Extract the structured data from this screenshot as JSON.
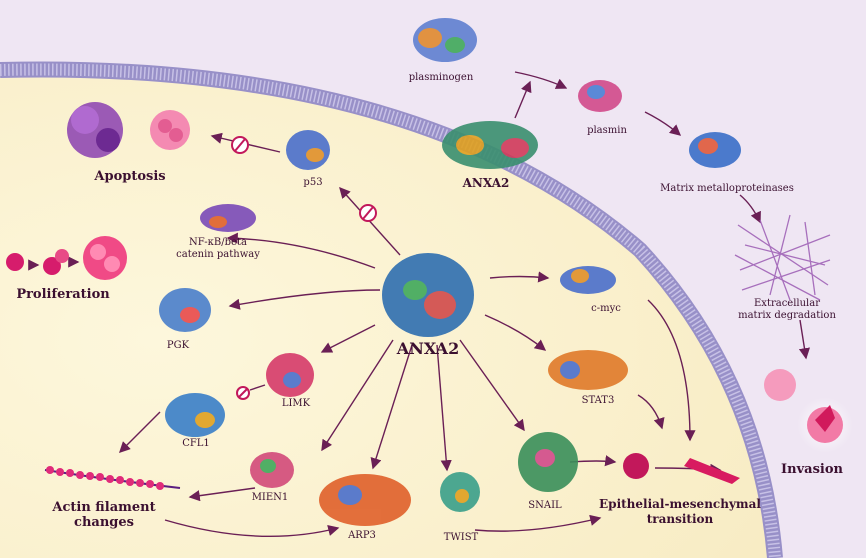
{
  "labels": {
    "plasminogen": "plasminogen",
    "plasmin": "plasmin",
    "anxa2_membrane": "ANXA2",
    "mmp": "Matrix metalloproteinases",
    "ecm": [
      "Extracellular",
      "matrix degradation"
    ],
    "invasion": "Invasion",
    "apoptosis": "Apoptosis",
    "p53": "p53",
    "nfkb": [
      "NF-κB/beta",
      "catenin pathway"
    ],
    "proliferation": "Proliferation",
    "pgk": "PGK",
    "anxa2_center": "ANXA2",
    "cmyc": "c-myc",
    "stat3": "STAT3",
    "limk": "LIMK",
    "cfl1": "CFL1",
    "actin": [
      "Actin filament",
      "changes"
    ],
    "mien1": "MIEN1",
    "arp3": "ARP3",
    "twist": "TWIST",
    "snail": "SNAIL",
    "emt": [
      "Epithelial-mesenchymal",
      "transition"
    ]
  },
  "colors": {
    "background": "#efe6f3",
    "cytoplasm": "#fbf2cf",
    "membrane": "#9890c8",
    "arrow": "#6a1f55",
    "inhibit": "#c2185b",
    "text": "#3b1030"
  }
}
